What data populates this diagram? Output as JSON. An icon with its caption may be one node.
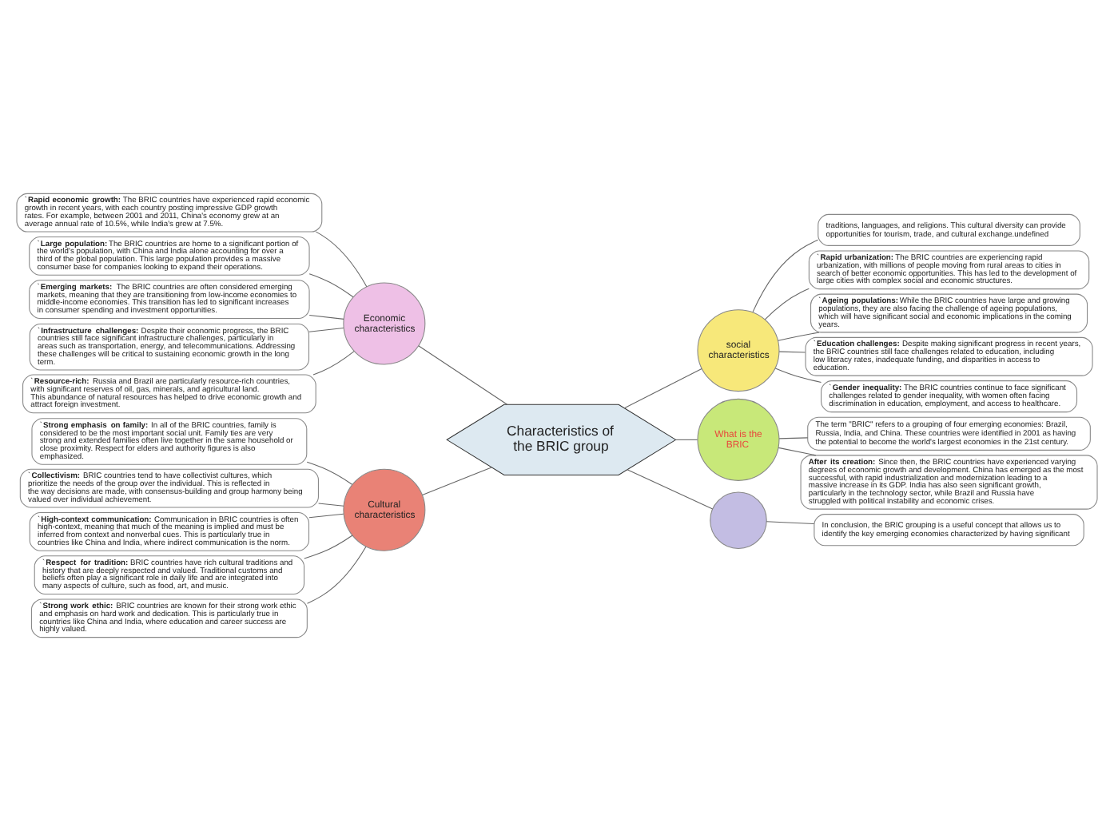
{
  "diagram": {
    "nodes": [
      {
        "text": [
          "Characteristics of the BRIC group"
        ]
      },
      {
        "text": [
          "Economic characteristics"
        ]
      },
      {
        "text": [
          "`**Rapid economic growth:** The BRIC countries have experienced rapid economic growth in recent years, with each country posting impressive GDP growth rates. For example, between 2001 and 2011, China's economy grew at an average annual rate of 10.5%, while India's grew at 7.5%."
        ]
      },
      {
        "text": [
          "`**Large population:** The BRIC countries are home to a significant portion of the world's population, with China and India alone accounting for over a third of the global population. This large population provides a massive consumer base for companies looking to expand their operations."
        ]
      },
      {
        "text": [
          "`**Emerging markets:** The BRIC countries are often considered emerging markets, meaning that they are transitioning from low-income economies to middle-income economies. This transition has led to significant increases in consumer spending and investment opportunities."
        ]
      },
      {
        "text": [
          "`**Infrastructure challenges:** Despite their economic progress, the BRIC countries still face significant infrastructure challenges, particularly in areas such as transportation, energy, and telecommunications. Addressing these challenges will be critical to sustaining economic growth in the long term."
        ]
      },
      {
        "text": [
          "`**Resource-rich:** Russia and Brazil are particularly resource-rich countries, with significant reserves of oil, gas, minerals, and agricultural land. This abundance of natural resources has helped to drive economic growth and attract foreign investment."
        ]
      },
      {
        "text": [
          "social characteristics"
        ]
      },
      {
        "text": [
          "traditions, languages, and religions. This cultural diversity can provide opportunities for tourism, trade, and cultural exchange.undefined"
        ]
      },
      {
        "text": [
          "`**Rapid urbanization:** The BRIC countries are experiencing rapid urbanization, with millions of people moving from rural areas to cities in search of better economic opportunities. This has led to the development of large cities with complex social and economic structures."
        ]
      },
      {
        "text": [
          "`**Ageing populations:** While the BRIC countries have large and growing populations, they are also facing the challenge of ageing populations, which will have significant social and economic implications in the coming years."
        ]
      },
      {
        "text": [
          "`**Education challenges:** Despite making significant progress in recent years, the BRIC countries still face challenges related to education, including low literacy rates, inadequate funding, and disparities in access to education."
        ]
      },
      {
        "text": [
          "`**Gender inequality:** The BRIC countries continue to face significant challenges related to gender inequality, with women often facing discrimination in education, employment, and access to healthcare."
        ]
      },
      {
        "text": [
          "What is the BRIC"
        ]
      },
      {
        "text": [
          "The term \"BRIC\" refers to a grouping of four emerging economies: Brazil, Russia, India, and China. These countries were identified in 2001 as having the potential to become the world's largest economies in the 21st century."
        ]
      },
      {
        "text": [
          "**After its creation:** Since then, the BRIC countries have experienced varying degrees of economic growth and development. China has emerged as the most successful, with rapid industrialization and modernization leading to a massive increase in its GDP. India has also seen significant growth, particularly in the technology sector, while Brazil and Russia have struggled with political instability and economic crises."
        ]
      },
      {
        "text": [
          "Cultural characteristics"
        ]
      },
      {
        "text": [
          "`**Strong emphasis on family:** In all of the BRIC countries, family is considered to be the most important social unit. Family ties are very strong and extended families often live together in the same household or close proximity. Respect for elders and authority figures is also emphasized."
        ]
      },
      {
        "text": [
          "`**Collectivism:** BRIC countries tend to have collectivist cultures, which prioritize the needs of the group over the individual. This is reflected in the way decisions are made, with consensus-building and group harmony being valued over individual achievement."
        ]
      },
      {
        "text": [
          "`**High-context communication:** Communication in BRIC countries is often high-context, meaning that much of the meaning is implied and must be inferred from context and nonverbal cues. This is particularly true in countries like China and India, where indirect communication is the norm."
        ]
      },
      {
        "text": [
          "`**Respect for tradition:** BRIC countries have rich cultural traditions and history that are deeply respected and valued. Traditional customs and beliefs often play a significant role in daily life and are integrated into many aspects of culture, such as food, art, and music."
        ]
      },
      {
        "text": [
          "`**Strong work ethic:** BRIC countries are known for their strong work ethic and emphasis on hard work and dedication. This is particularly true in countries like China and India, where education and career success are highly valued."
        ]
      },
      {
        "text": [],
        "shape": "circle"
      },
      {
        "text": [
          "In conclusion, the BRIC grouping is a useful concept that allows us to identify the key emerging economies characterized by having significant"
        ]
      }
    ],
    "edges": [
      {
        "from": 1,
        "to": 0,
        "arrow": "none"
      },
      {
        "from": 2,
        "to": 1,
        "arrow": "none"
      },
      {
        "from": 3,
        "to": 1,
        "arrow": "none"
      },
      {
        "from": 4,
        "to": 1,
        "arrow": "none"
      },
      {
        "from": 5,
        "to": 1,
        "arrow": "none"
      },
      {
        "from": 6,
        "to": 1,
        "arrow": "none"
      },
      {
        "from": 0,
        "to": 7,
        "arrow": "none"
      },
      {
        "from": 7,
        "to": 8,
        "arrow": "none"
      },
      {
        "from": 7,
        "to": 9,
        "arrow": "none"
      },
      {
        "from": 7,
        "to": 10,
        "arrow": "none"
      },
      {
        "from": 7,
        "to": 11,
        "arrow": "none"
      },
      {
        "from": 7,
        "to": 12,
        "arrow": "none"
      },
      {
        "from": 0,
        "to": 13,
        "arrow": "none"
      },
      {
        "from": 13,
        "to": 14,
        "arrow": "none"
      },
      {
        "from": 13,
        "to": 15,
        "arrow": "none"
      },
      {
        "from": 16,
        "to": 0,
        "arrow": "none"
      },
      {
        "from": 17,
        "to": 16,
        "arrow": "none"
      },
      {
        "from": 18,
        "to": 16,
        "arrow": "none"
      },
      {
        "from": 19,
        "to": 16,
        "arrow": "none"
      },
      {
        "from": 20,
        "to": 16,
        "arrow": "none"
      },
      {
        "from": 21,
        "to": 16,
        "arrow": "none"
      },
      {
        "from": 0,
        "to": 22,
        "arrow": "none"
      },
      {
        "from": 22,
        "to": 23,
        "arrow": "none"
      }
    ]
  }
}
